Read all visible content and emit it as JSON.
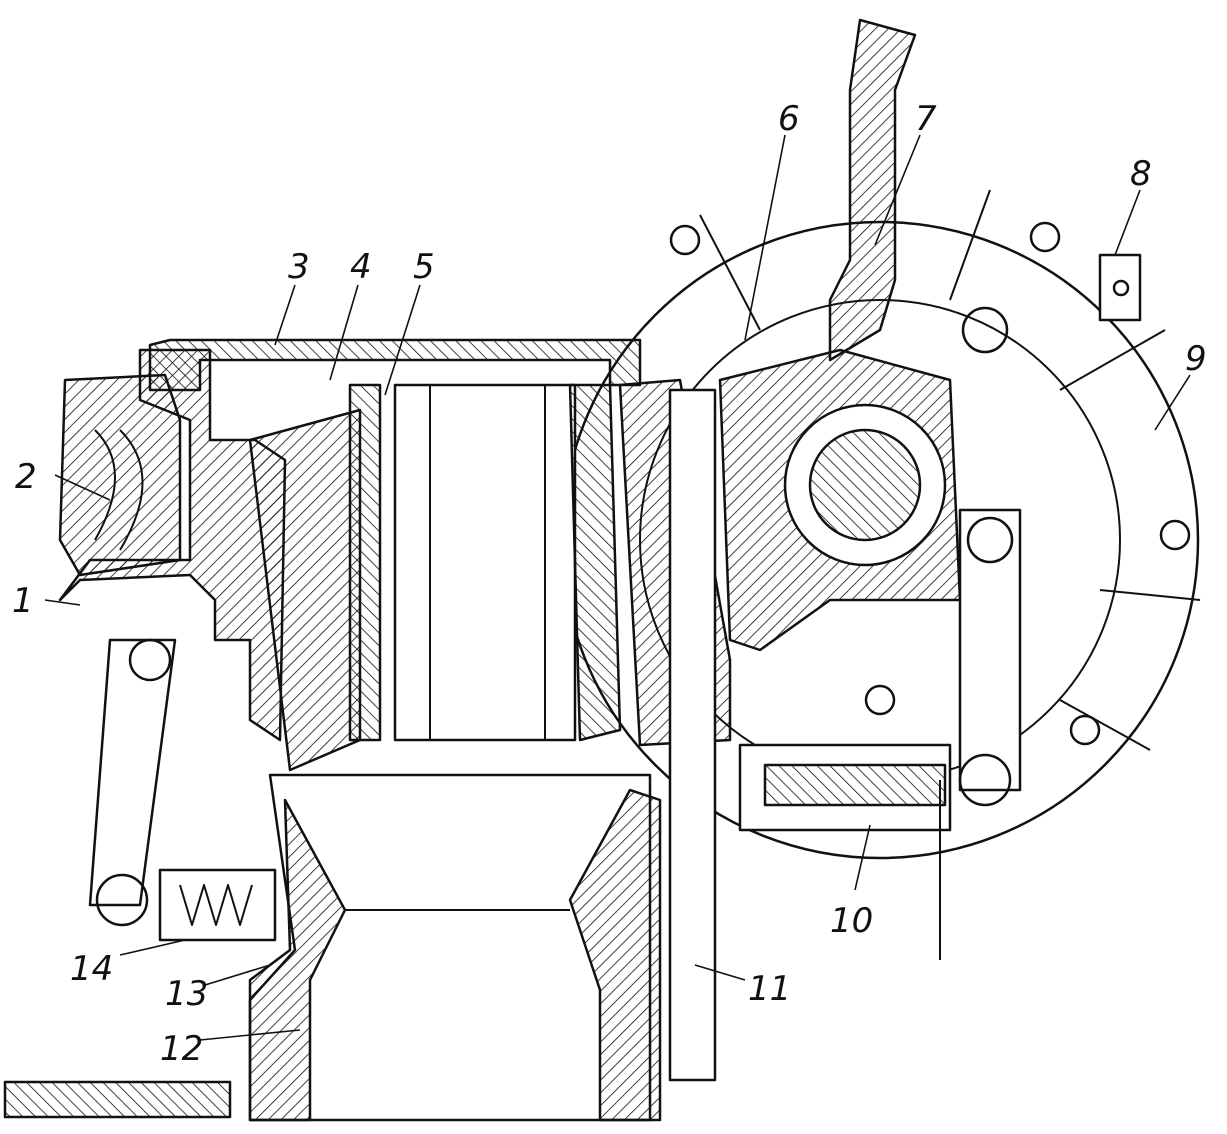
{
  "figure": {
    "callouts": [
      {
        "id": "c1",
        "label": "1"
      },
      {
        "id": "c2",
        "label": "2"
      },
      {
        "id": "c3",
        "label": "3"
      },
      {
        "id": "c4",
        "label": "4"
      },
      {
        "id": "c5",
        "label": "5"
      },
      {
        "id": "c6",
        "label": "6"
      },
      {
        "id": "c7",
        "label": "7"
      },
      {
        "id": "c8",
        "label": "8"
      },
      {
        "id": "c9",
        "label": "9"
      },
      {
        "id": "c10",
        "label": "10"
      },
      {
        "id": "c11",
        "label": "11"
      },
      {
        "id": "c12",
        "label": "12"
      },
      {
        "id": "c13",
        "label": "13"
      },
      {
        "id": "c14",
        "label": "14"
      }
    ],
    "colors": {
      "ink": "#111111",
      "paper": "#ffffff"
    }
  }
}
